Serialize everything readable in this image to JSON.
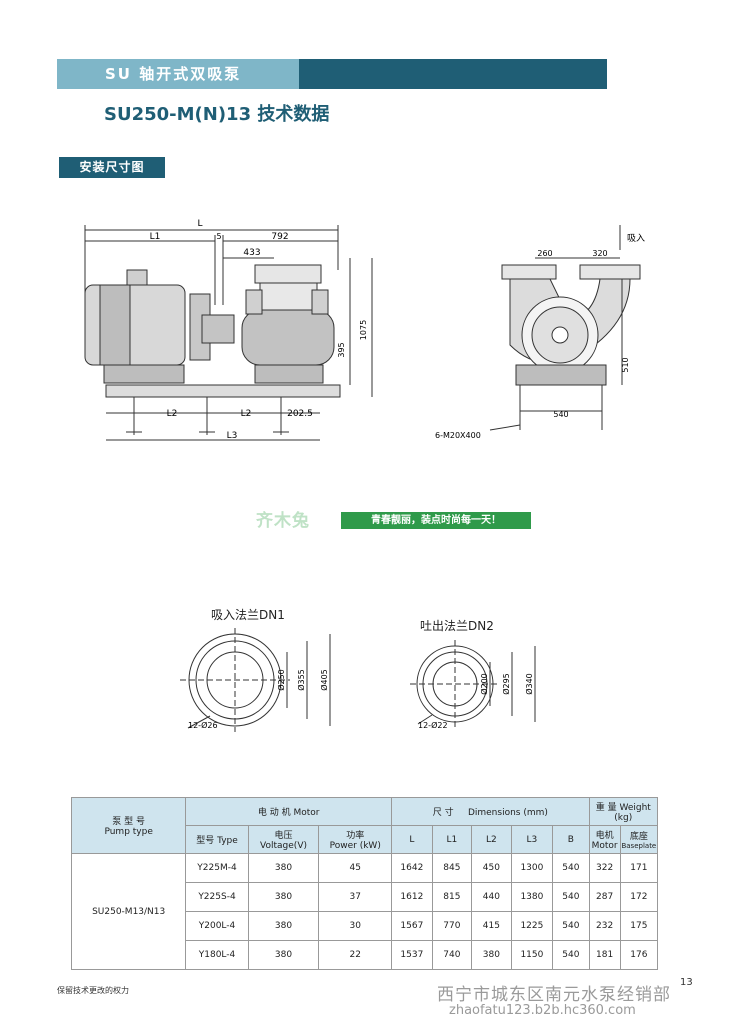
{
  "header": {
    "banner_title": "SU 轴开式双吸泵",
    "subtitle": "SU250-M(N)13 技术数据",
    "colors": {
      "banner_light": "#7fb6c8",
      "banner_dark": "#1f5e75"
    }
  },
  "section": {
    "install_label": "安装尺寸图"
  },
  "front_view": {
    "L": "L",
    "L1": "L1",
    "dim5": "5",
    "dim792": "792",
    "dim433": "433",
    "dim395": "395",
    "dim1075": "1075",
    "L2a": "L2",
    "L2b": "L2",
    "dim2025": "202.5",
    "L3": "L3"
  },
  "side_view": {
    "dim260": "260",
    "dim320": "320",
    "suction": "吸入",
    "dim510": "510",
    "dim540": "540",
    "bolts": "6-M20X400"
  },
  "banner_ad": {
    "logo": "齐木兔",
    "slogan": "青春靓丽，装点时尚每一天！"
  },
  "flange1": {
    "title": "吸入法兰DN1",
    "d1": "Ø250",
    "d2": "Ø355",
    "d3": "Ø405",
    "holes": "12-Ø26"
  },
  "flange2": {
    "title": "吐出法兰DN2",
    "d1": "Ø200",
    "d2": "Ø295",
    "d3": "Ø340",
    "holes": "12-Ø22"
  },
  "table": {
    "pump_model_cn": "泵 型 号",
    "pump_model_en": "Pump type",
    "motor_group": "电 动 机 Motor",
    "dim_group_cn": "尺 寸",
    "dim_group_en": "Dimensions (mm)",
    "weight_group": "重 量 Weight (kg)",
    "col_type": "型号 Type",
    "col_voltage_cn": "电压",
    "col_voltage_en": "Voltage(V)",
    "col_power_cn": "功率",
    "col_power_en": "Power (kW)",
    "col_L": "L",
    "col_L1": "L1",
    "col_L2": "L2",
    "col_L3": "L3",
    "col_B": "B",
    "col_motor_w_cn": "电机",
    "col_motor_w_en": "Motor",
    "col_base_w_cn": "底座",
    "col_base_w_en": "Baseplate",
    "model": "SU250-M13/N13",
    "rows": [
      {
        "type": "Y225M-4",
        "voltage": "380",
        "power": "45",
        "L": "1642",
        "L1": "845",
        "L2": "450",
        "L3": "1300",
        "B": "540",
        "motor": "322",
        "base": "171"
      },
      {
        "type": "Y225S-4",
        "voltage": "380",
        "power": "37",
        "L": "1612",
        "L1": "815",
        "L2": "440",
        "L3": "1380",
        "B": "540",
        "motor": "287",
        "base": "172"
      },
      {
        "type": "Y200L-4",
        "voltage": "380",
        "power": "30",
        "L": "1567",
        "L1": "770",
        "L2": "415",
        "L3": "1225",
        "B": "540",
        "motor": "232",
        "base": "175"
      },
      {
        "type": "Y180L-4",
        "voltage": "380",
        "power": "22",
        "L": "1537",
        "L1": "740",
        "L2": "380",
        "L3": "1150",
        "B": "540",
        "motor": "181",
        "base": "176"
      }
    ]
  },
  "footer": {
    "note": "保留技术更改的权力",
    "page_number": "13",
    "watermark_cn": "西宁市城东区南元水泵经销部",
    "watermark_url": "zhaofatu123.b2b.hc360.com"
  }
}
